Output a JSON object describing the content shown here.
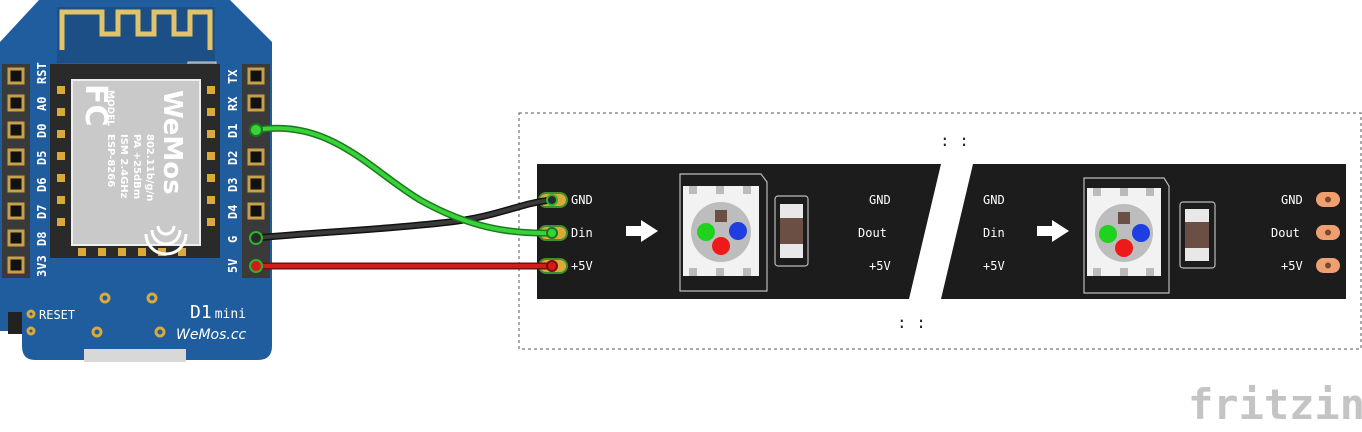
{
  "board": {
    "name": "D1",
    "name_suffix": "mini",
    "brand": "WeMos.cc",
    "reset_label": "RESET",
    "module": {
      "fc": "FC",
      "model_label": "MODEL",
      "model": "ESP-8266",
      "ism": "ISM 2.4GHz",
      "pa": "PA +25dBm",
      "std": "802.11b/g/n",
      "logo": "WeMos"
    },
    "left_pins": [
      "RST",
      "A0",
      "D0",
      "D5",
      "D6",
      "D7",
      "D8",
      "3V3"
    ],
    "right_pins": [
      "TX",
      "RX",
      "D1",
      "D2",
      "D3",
      "D4",
      "G",
      "5V"
    ]
  },
  "strip": {
    "left_labels": [
      "GND",
      "Din",
      "+5V"
    ],
    "mid_left_labels": [
      "GND",
      "Dout",
      "+5V"
    ],
    "mid_right_labels": [
      "GND",
      "Din",
      "+5V"
    ],
    "right_labels": [
      "GND",
      "Dout",
      "+5V"
    ],
    "break_marks": ": :"
  },
  "wires": [
    {
      "from": "D1",
      "to": "Din",
      "color": "#2db52d"
    },
    {
      "from": "G",
      "to": "GND",
      "color": "#333333"
    },
    {
      "from": "5V",
      "to": "+5V",
      "color": "#c8161d"
    }
  ],
  "colors": {
    "board": "#1f5d9e",
    "strip": "#1c1c1c",
    "pad_gold": "#d9a93a",
    "pad_copper": "#f0a070"
  },
  "watermark": "fritzing"
}
